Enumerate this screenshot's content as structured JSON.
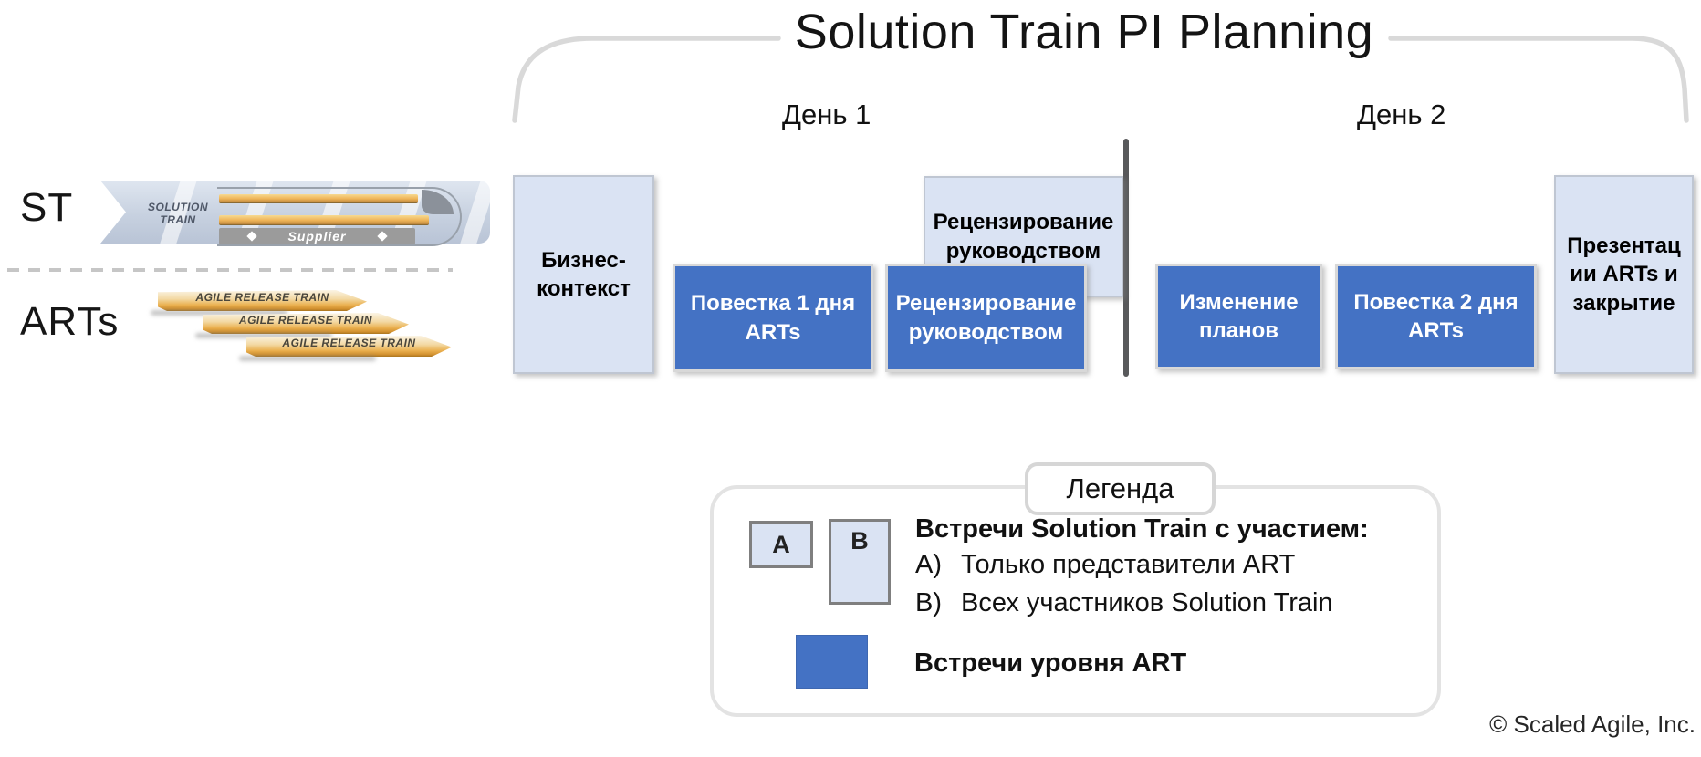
{
  "title": "Solution Train PI Planning",
  "days": {
    "day1": "День 1",
    "day2": "День 2"
  },
  "side_labels": {
    "st": "ST",
    "arts": "ARTs"
  },
  "st_train": {
    "name": "SOLUTION TRAIN",
    "supplier": "Supplier"
  },
  "art_trains": [
    "AGILE RELEASE TRAIN",
    "AGILE RELEASE TRAIN",
    "AGILE RELEASE TRAIN"
  ],
  "boxes": {
    "business_context": "Бизнес-\nконтекст",
    "management_review_st": "Рецензирование\nруководством",
    "day1_art_agenda": "Повестка 1 дня\nARTs",
    "management_review_art": "Рецензирование\nруководством",
    "plan_changes": "Изменение\nпланов",
    "day2_art_agenda": "Повестка 2 дня\nARTs",
    "art_presentations": "Презентац\nии ARTs и\nзакрытие"
  },
  "legend": {
    "title": "Легенда",
    "marker_a": "A",
    "marker_b": "B",
    "heading": "Встречи Solution Train с участием:",
    "items": [
      {
        "prefix": "A)",
        "text": "Только представители ART"
      },
      {
        "prefix": "B)",
        "text": "Всех участников Solution Train"
      }
    ],
    "art_level": "Встречи уровня ART"
  },
  "footer": {
    "copyright": "© Scaled Agile, Inc."
  },
  "colors": {
    "art_meeting_blue": "#4472c4",
    "st_meeting_light_blue": "#dae3f3",
    "bracket_gray": "#d9d9d9",
    "divider_gray": "#58595b",
    "train_orange": "#eaaf4e"
  }
}
